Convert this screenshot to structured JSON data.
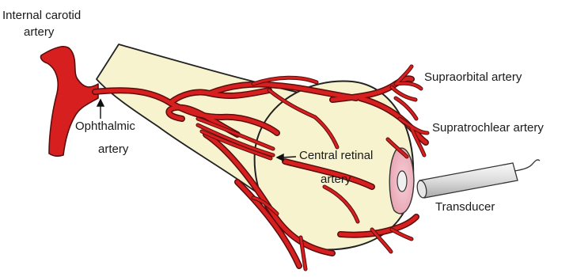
{
  "labels": {
    "internal_carotid_line1": "Internal carotid",
    "internal_carotid_line2": "artery",
    "ophthalmic_line1": "Ophthalmic",
    "ophthalmic_line2": "artery",
    "supraorbital": "Supraorbital artery",
    "supratrochlear": "Supratrochlear artery",
    "central_retinal_line1": "Central retinal",
    "central_retinal_line2": "artery",
    "transducer": "Transducer"
  },
  "colors": {
    "artery": "#d71f1f",
    "artery_outline": "#5a0d0d",
    "globe_fill": "#f7f3cf",
    "cornea": "#f0b9c4",
    "probe": "#e2e2e2"
  }
}
